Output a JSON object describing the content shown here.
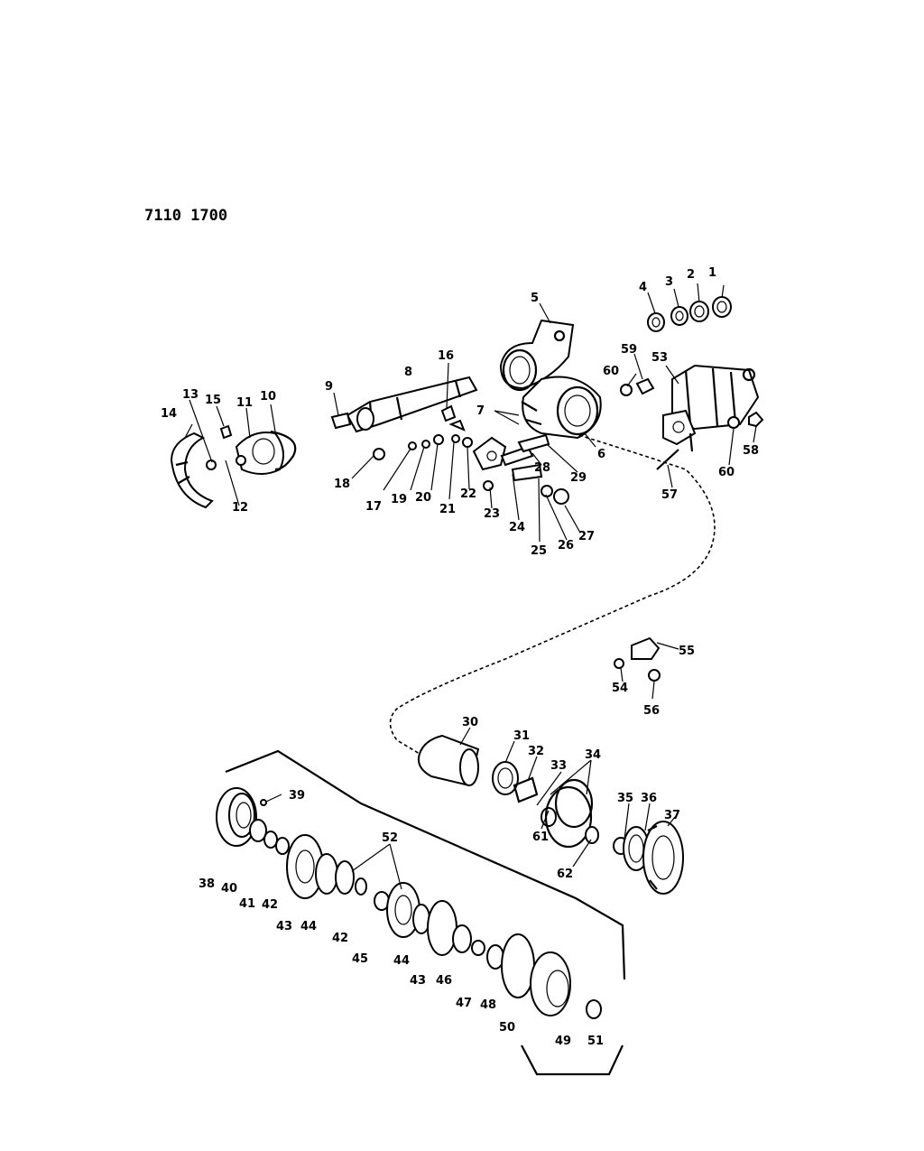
{
  "drawing_code": "7110 1700",
  "labels": [
    "1",
    "2",
    "3",
    "4",
    "5",
    "6",
    "7",
    "8",
    "9",
    "10",
    "11",
    "12",
    "13",
    "14",
    "15",
    "16",
    "17",
    "18",
    "19",
    "20",
    "21",
    "22",
    "23",
    "24",
    "25",
    "26",
    "27",
    "28",
    "29",
    "30",
    "31",
    "32",
    "33",
    "34",
    "35",
    "36",
    "37",
    "38",
    "39",
    "40",
    "41",
    "42",
    "43",
    "44",
    "45",
    "46",
    "47",
    "48",
    "49",
    "50",
    "51",
    "52",
    "53",
    "54",
    "55",
    "56",
    "57",
    "58",
    "59",
    "60",
    "61",
    "62"
  ],
  "extra_labels": {
    "l42b": "42",
    "l43b": "43",
    "l44b": "44",
    "l60b": "60"
  }
}
